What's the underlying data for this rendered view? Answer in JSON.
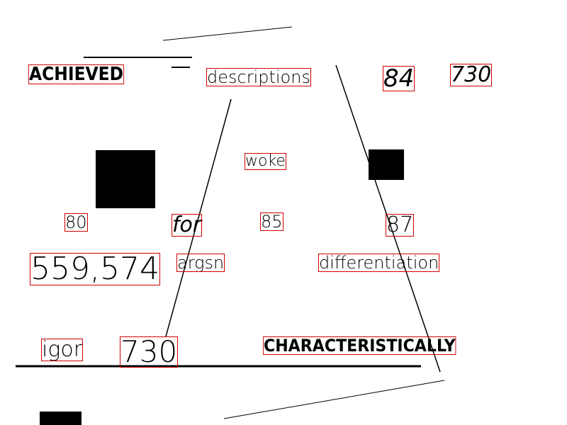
{
  "words": {
    "achieved": "ACHIEVED",
    "descriptions": "descriptions",
    "n84": "84",
    "n730_top": "730",
    "woke": "woke",
    "n80": "80",
    "for": "for",
    "n85": "85",
    "n87": "87",
    "n559574": "559,574",
    "argsn": "argsn",
    "differentiation": "differentiation",
    "igor": "igor",
    "n730_bottom": "730",
    "characteristically": "CHARACTERISTICALLY"
  },
  "colors": {
    "box": "#d00000",
    "ink": "#000000"
  }
}
